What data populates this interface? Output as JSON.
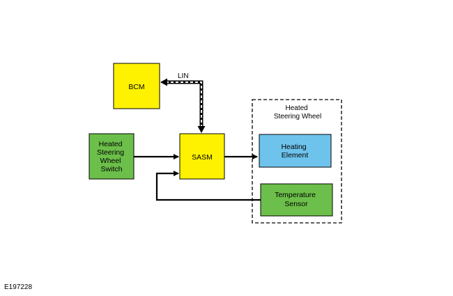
{
  "diagram": {
    "nodes": {
      "bcm": {
        "label": "BCM",
        "color": "#fff200"
      },
      "sasm": {
        "label": "SASM",
        "color": "#fff200"
      },
      "switch": {
        "lines": [
          "Heated",
          "Steering",
          "Wheel",
          "Switch"
        ],
        "color": "#6cbf4a"
      },
      "heating_element": {
        "lines": [
          "Heating",
          "Element"
        ],
        "color": "#6ec3ec"
      },
      "temperature_sensor": {
        "lines": [
          "Temperature",
          "Sensor"
        ],
        "color": "#6cbf4a"
      }
    },
    "group": {
      "lines": [
        "Heated",
        "Steering Wheel"
      ]
    },
    "connections": {
      "lin_label": "LIN"
    },
    "reference_code": "E197228"
  }
}
